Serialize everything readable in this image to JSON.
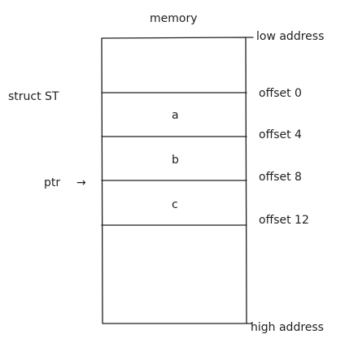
{
  "diagram": {
    "title": "memory",
    "low_address_label": "low address",
    "high_address_label": "high address",
    "struct_label": "struct ST",
    "pointer_label": "ptr",
    "pointer_arrow": "→",
    "fields": [
      {
        "name": "a",
        "offset_label": "offset 0"
      },
      {
        "name": "b",
        "offset_label": "offset 4"
      },
      {
        "name": "c",
        "offset_label": "offset 8"
      }
    ],
    "end_offset_label": "offset 12"
  }
}
